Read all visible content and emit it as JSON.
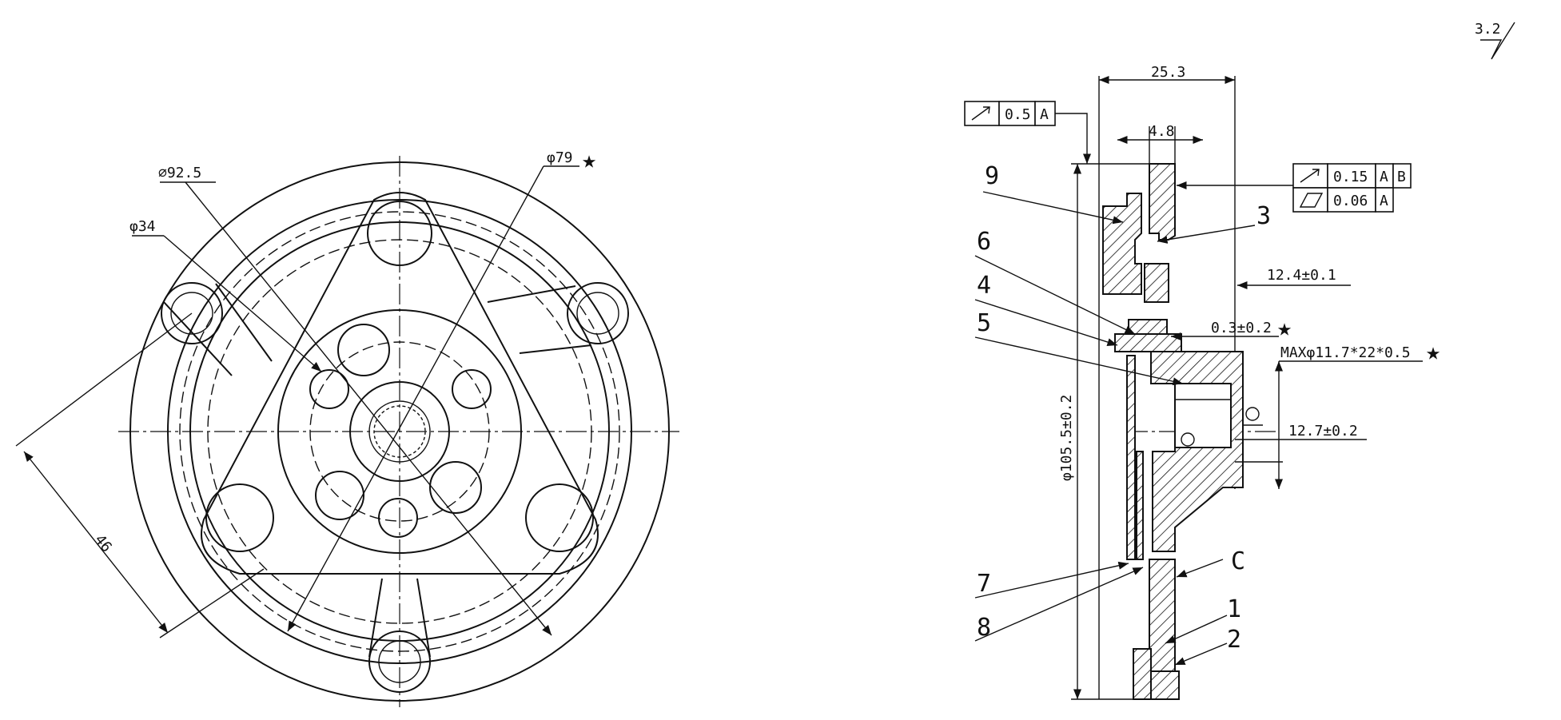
{
  "surface_finish": "3.2",
  "front_view": {
    "dims": {
      "d92_5": "⌀92.5",
      "d34": "φ34",
      "d79": "φ79",
      "len46": "46"
    },
    "critical_mark": "★"
  },
  "section_view": {
    "dims": {
      "width_25_3": "25.3",
      "width_4_8": "4.8",
      "d105_5": "φ105.5±0.2",
      "h12_4": "12.4±0.1",
      "gap0_3": "0.3±0.2",
      "bore": "MAXφ11.7*22*0.5",
      "h12_7": "12.7±0.2"
    },
    "fcf": {
      "runout_a": {
        "value": "0.5",
        "datum": "A"
      },
      "runout_ab": {
        "value": "0.15",
        "datum1": "A",
        "datum2": "B"
      },
      "flatness": {
        "value": "0.06",
        "datum": "A"
      }
    },
    "balloons": [
      "9",
      "6",
      "4",
      "5",
      "3",
      "7",
      "8",
      "C",
      "1",
      "2"
    ]
  }
}
